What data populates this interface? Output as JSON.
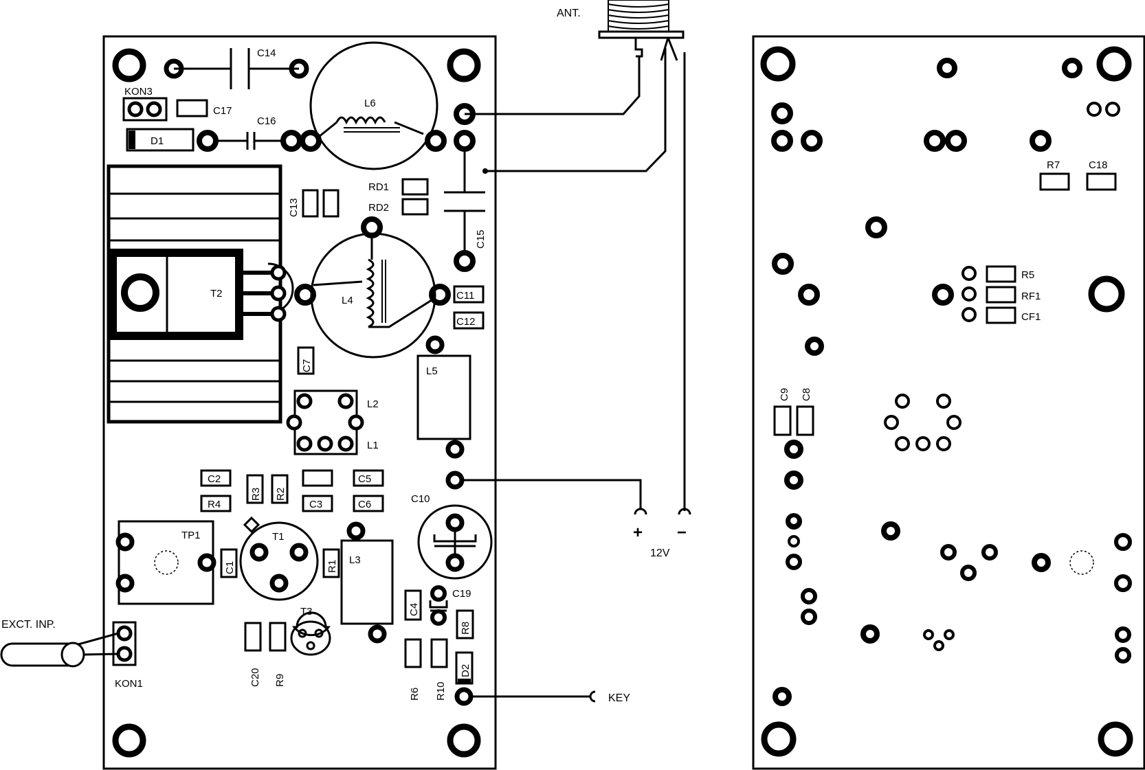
{
  "colors": {
    "ink": "#000000",
    "paper": "#ffffff",
    "hatch": "#d0d0d0"
  },
  "terminals": {
    "antenna": "ANT.",
    "excitation_input": "EXCT. INP.",
    "supply_voltage": "12V",
    "plus_sign": "+",
    "minus_sign": "−",
    "key": "KEY"
  },
  "component_side": {
    "labels": {
      "C14": "C14",
      "KON3": "KON3",
      "C17": "C17",
      "C16": "C16",
      "L6": "L6",
      "D1": "D1",
      "RD1": "RD1",
      "RD2": "RD2",
      "C13": "C13",
      "C15": "C15",
      "T2": "T2",
      "L4": "L4",
      "C11": "C11",
      "C12": "C12",
      "C7": "C7",
      "L5": "L5",
      "L2": "L2",
      "L1": "L1",
      "C2": "C2",
      "R3": "R3",
      "R2": "R2",
      "C5": "C5",
      "R4": "R4",
      "C3": "C3",
      "C6": "C6",
      "C10": "C10",
      "TP1": "TP1",
      "T1": "T1",
      "C1": "C1",
      "R1": "R1",
      "L3": "L3",
      "C4": "C4",
      "C19": "C19",
      "R8": "R8",
      "T3": "T3",
      "KON1": "KON1",
      "C20": "C20",
      "R9": "R9",
      "R6": "R6",
      "R10": "R10",
      "D2": "D2"
    }
  },
  "solder_side": {
    "labels": {
      "R7": "R7",
      "C18": "C18",
      "R5": "R5",
      "RF1": "RF1",
      "CF1": "CF1",
      "C9": "C9",
      "C8": "C8"
    }
  }
}
